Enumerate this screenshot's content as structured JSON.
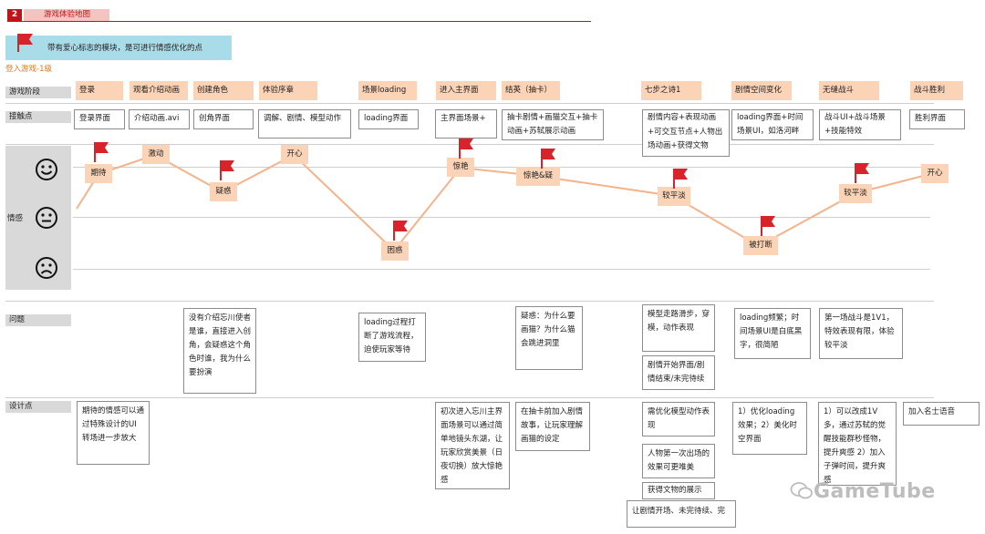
{
  "section": {
    "number": "2",
    "title": "游戏体验地图"
  },
  "legend": {
    "text": "带有爱心标志的模块，是可进行情感优化的点"
  },
  "sub_label": "登入游戏-1级",
  "row_labels": {
    "stage": "游戏阶段",
    "touch": "接触点",
    "emotion": "情感",
    "problem": "问题",
    "design": "设计点"
  },
  "stages": [
    "登录",
    "观看介绍动画",
    "创建角色",
    "体验序章",
    "场景loading",
    "进入主界面",
    "结英（抽卡）",
    "七步之诗1",
    "剧情空间变化",
    "无缝战斗",
    "战斗胜利"
  ],
  "touchpoints": [
    "登录界面",
    "介绍动画.avi",
    "创角界面",
    "调解、剧情、模型动作",
    "loading界面",
    "主界面场景+",
    "抽卡剧情+画猫交互+抽卡动画+苏轼展示动画",
    "剧情内容+表现动画+可交互节点+人物出场动画+获得文物",
    "loading界面+时间场景UI，如洛河畔",
    "战斗UI+战斗场景+技能特效",
    "胜利界面"
  ],
  "emotions": [
    "期待",
    "激动",
    "疑惑",
    "开心",
    "困惑",
    "惊艳",
    "惊艳&疑",
    "较平淡",
    "被打断",
    "较平淡",
    "开心"
  ],
  "problems": [
    "没有介绍忘川使者是谁，直接进入创角，会疑惑这个角色时谁，我为什么要扮演",
    "loading过程打断了游戏流程，迫使玩家等待",
    "疑惑：为什么要画猫？为什么猫会跳进洞里",
    "模型走路滑步，穿模，动作表现",
    "剧情开始界面/剧情结束/未完待续",
    "loading频繁；时间场景UI是白底黑字，很简陋",
    "第一场战斗是1V1，特效表现有限，体验较平淡"
  ],
  "designs": [
    "期待的情感可以通过特殊设计的UI转场进一步放大",
    "初次进入忘川主界面场景可以通过简单地镜头东湖，让玩家欣赏美景（日夜切换）放大惊艳感",
    "在抽卡前加入剧情故事，让玩家理解画猫的设定",
    "需优化模型动作表现",
    "人物第一次出场的效果可更唯美",
    "获得文物的展示",
    "让剧情开场、未完待续、完",
    "1）优化loading效果；2）美化时空界面",
    "1）可以改成1V多，通过苏轼的觉醒技能群秒怪物，提升爽感 2）加入子弹时间，提升爽感",
    "加入名士语音"
  ],
  "watermark": "GameTube",
  "colors": {
    "accent_red": "#c0141b",
    "peach": "#fbd3b6",
    "legend_blue": "#a9dce9",
    "curve": "#f4b38a",
    "flag": "#d8232a",
    "label_gray": "#d9d9d9"
  },
  "icons": {
    "flag": "flag-icon",
    "happy": "happy-face-icon",
    "neutral": "neutral-face-icon",
    "sad": "sad-face-icon"
  }
}
